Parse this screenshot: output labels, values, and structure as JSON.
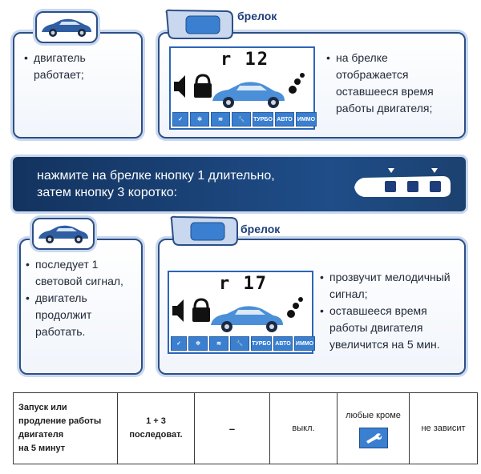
{
  "section1": {
    "left_bullets": [
      "двигатель работает;"
    ],
    "fob_label": "брелок",
    "lcd_code": "r 12",
    "lcd_icons": [
      "check-icon",
      "fan-icon",
      "heat-icon",
      "wrench-icon",
      "ТУРБО",
      "АВТО",
      "ИММО"
    ],
    "right_bullets": [
      "на брелке отображается оставшееся время работы двигателя;"
    ]
  },
  "banner": {
    "line1": "нажмите на брелке кнопку 1 длительно,",
    "line2": "затем кнопку 3 коротко:"
  },
  "section2": {
    "left_bullets": [
      "последует 1 световой сигнал,",
      "двигатель продолжит работать."
    ],
    "fob_label": "брелок",
    "lcd_code": "r 17",
    "lcd_icons": [
      "check-icon",
      "fan-icon",
      "heat-icon",
      "wrench-icon",
      "ТУРБО",
      "АВТО",
      "ИММО"
    ],
    "right_bullets": [
      "прозвучит мелодичный сигнал;",
      "оставшееся время работы двигателя увеличится на 5 мин."
    ]
  },
  "table": {
    "col1_line1": "Запуск или",
    "col1_line2": "продление работы",
    "col1_line3": "двигателя",
    "col1_line4": "на 5 минут",
    "col2_line1": "1 + 3",
    "col2_line2": "последоват.",
    "col3": "–",
    "col4": "выкл.",
    "col5": "любые кроме",
    "col6": "не зависит"
  },
  "colors": {
    "accent_blue": "#3a7fd0",
    "banner_dark": "#13335f",
    "panel_border": "#2c4f86"
  }
}
